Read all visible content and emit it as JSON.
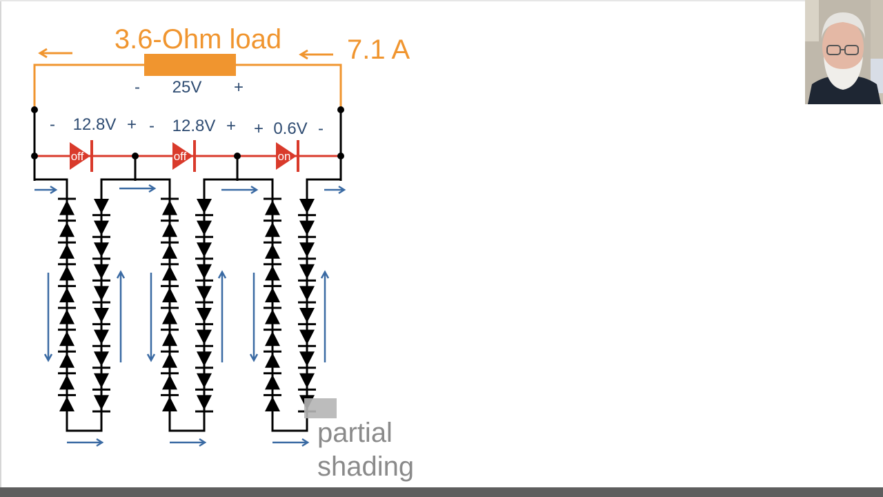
{
  "slide": {
    "load_label": "3.6-Ohm load",
    "current_label": "7.1 A",
    "load_voltage": {
      "minus": "-",
      "value": "25V",
      "plus": "+"
    },
    "substring_voltages": [
      {
        "left": "-",
        "value": "12.8V",
        "right": "+"
      },
      {
        "left": "-",
        "value": "12.8V",
        "right": "+"
      },
      {
        "left": "+",
        "value": "0.6V",
        "right": "-"
      }
    ],
    "bypass_diodes": [
      "off",
      "off",
      "on"
    ],
    "annotation": {
      "line1": "partial",
      "line2": "shading"
    }
  },
  "colors": {
    "load": "#f0952f",
    "bypass": "#d93a2b",
    "wire": "#000000",
    "flow_arrow": "#3a6aa3",
    "label_text": "#2f4c72",
    "annotation_text": "#8a8a8a"
  },
  "webcam": {
    "icon": "presenter-video-icon"
  }
}
